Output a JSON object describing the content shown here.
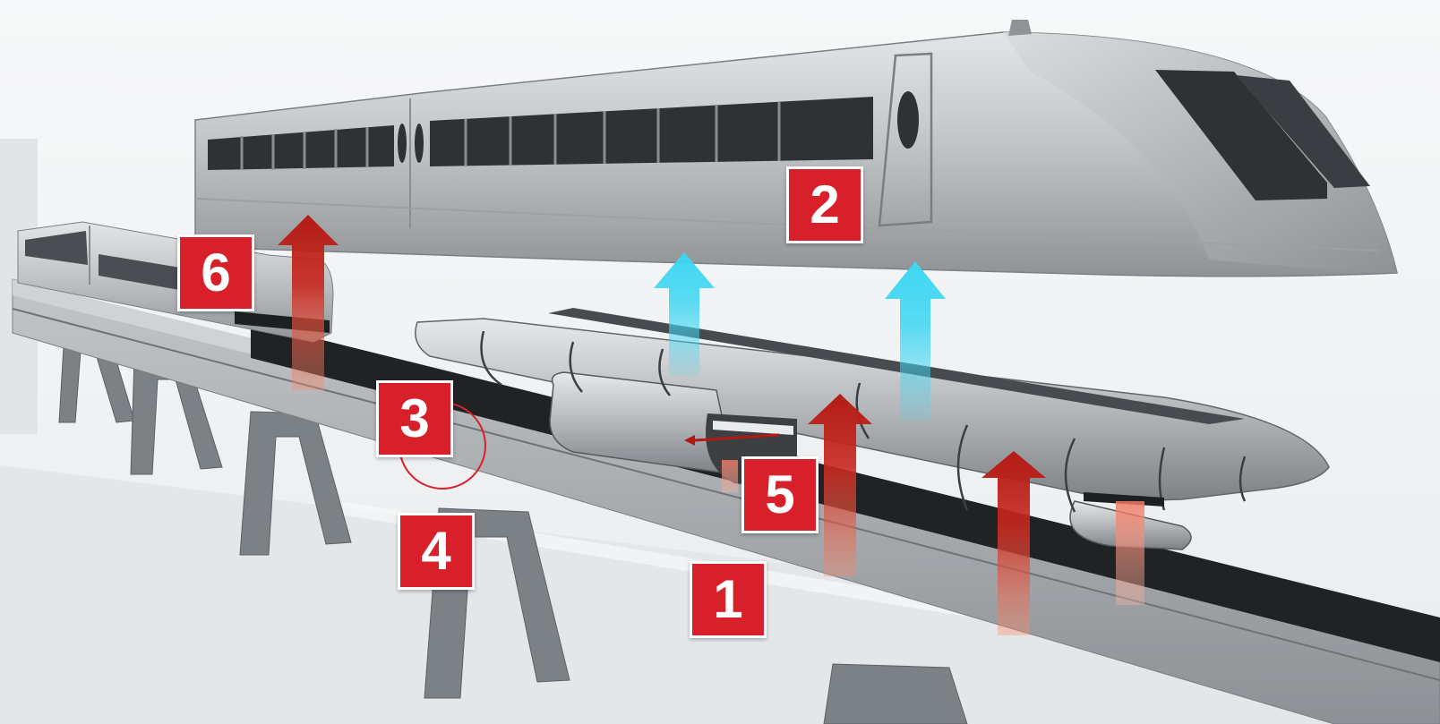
{
  "badges": [
    {
      "id": "1",
      "label": "1"
    },
    {
      "id": "2",
      "label": "2"
    },
    {
      "id": "3",
      "label": "3"
    },
    {
      "id": "4",
      "label": "4"
    },
    {
      "id": "5",
      "label": "5"
    },
    {
      "id": "6",
      "label": "6"
    }
  ],
  "colors": {
    "badge": "#d8202a",
    "levitation_arrow": "#3ed6f2",
    "magnetic_arrow": "#c8271e",
    "body_metal": "#b9bcbf",
    "guideway": "#9fa3a7",
    "track_slot": "#202224"
  }
}
